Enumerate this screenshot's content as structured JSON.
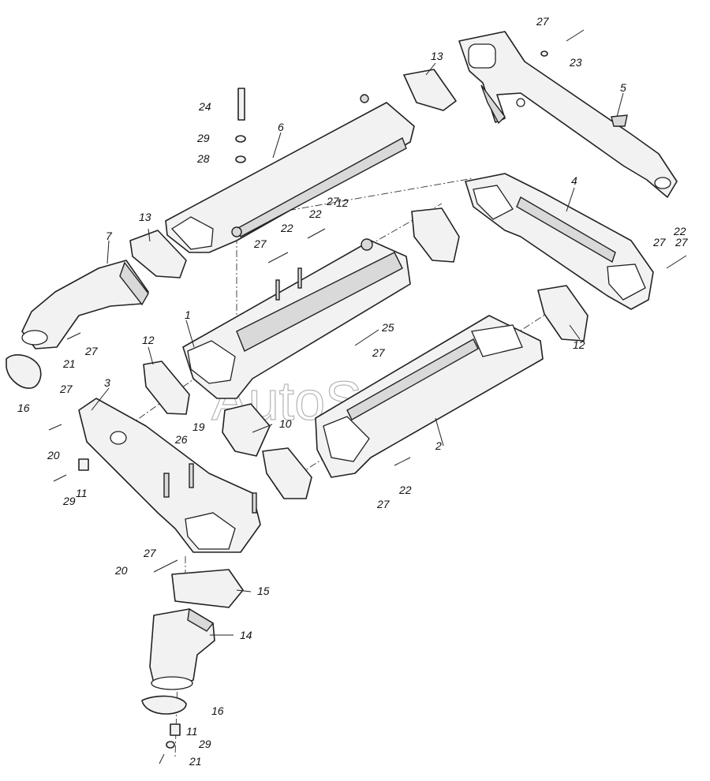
{
  "watermark": "AutoSoft",
  "callouts": {
    "c1": "1",
    "c2": "2",
    "c3": "3",
    "c4": "4",
    "c5": "5",
    "c6": "6",
    "c7": "7",
    "c10": "10",
    "c11a": "11",
    "c11b": "11",
    "c12a": "12",
    "c12b": "12",
    "c12c": "12",
    "c13a": "13",
    "c13b": "13",
    "c14": "14",
    "c15": "15",
    "c16a": "16",
    "c16b": "16",
    "c19": "19",
    "c20a": "20",
    "c20b": "20",
    "c21a": "21",
    "c21b": "21",
    "c22a": "22",
    "c22b": "22",
    "c22c": "22",
    "c22d": "22",
    "c23": "23",
    "c24": "24",
    "c25": "25",
    "c26": "26",
    "c27a": "27",
    "c27b": "27",
    "c27c": "27",
    "c27d": "27",
    "c27e": "27",
    "c27f": "27",
    "c27g": "27",
    "c27h": "27",
    "c27i": "27",
    "c27j": "27",
    "c28": "28",
    "c29a": "29",
    "c29b": "29",
    "c29c": "29"
  }
}
